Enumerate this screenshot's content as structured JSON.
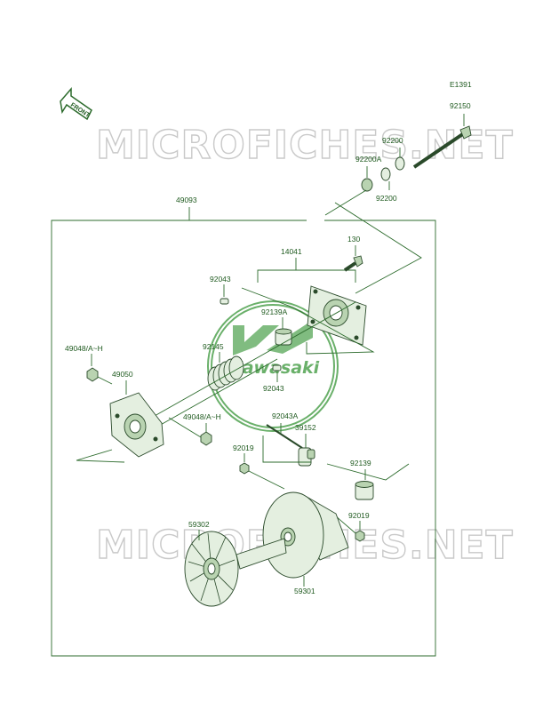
{
  "diagram_code": "E1391",
  "front_label": "FRONT",
  "logo_text": "Kawasaki",
  "watermark_top": "MICROFICHES.NET",
  "watermark_bottom": "MICROFICHES.NET",
  "parts": {
    "p92150": "92150",
    "p92200_top": "92200",
    "p92200A": "92200A",
    "p92200_bottom": "92200",
    "p49093": "49093",
    "p130": "130",
    "p14041": "14041",
    "p92043_top": "92043",
    "p92139A": "92139A",
    "p49048_top": "49048/A~H",
    "p92145": "92145",
    "p49050": "49050",
    "p92043_mid": "92043",
    "p92043A": "92043A",
    "p49048_mid": "49048/A~H",
    "p39152": "39152",
    "p92019_left": "92019",
    "p92139": "92139",
    "p92019_right": "92019",
    "p59302": "59302",
    "p59301": "59301"
  },
  "colors": {
    "line": "#2c6b2c",
    "label": "#1f5a1f",
    "watermark": "#c9c9c9",
    "logo": "#6ab06a"
  }
}
